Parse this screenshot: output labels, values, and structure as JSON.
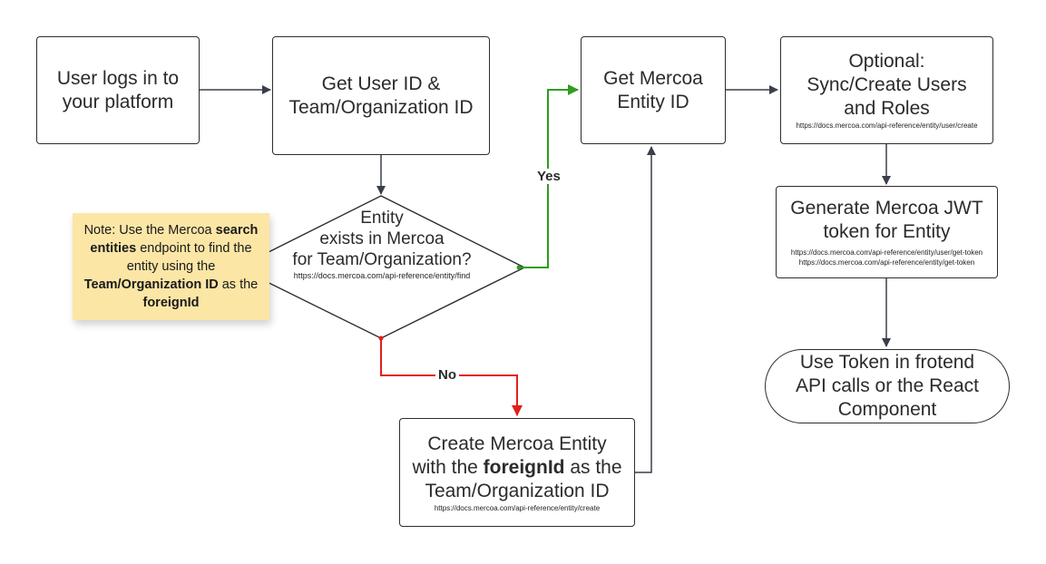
{
  "nodes": {
    "login": {
      "text": "User logs in to your platform"
    },
    "get_ids": {
      "text": "Get User ID & Team/Organization ID"
    },
    "get_entity": {
      "text": "Get Mercoa Entity ID"
    },
    "sync_users": {
      "title": "Optional: Sync/Create Users and Roles",
      "url": "https://docs.mercoa.com/api-reference/entity/user/create"
    },
    "generate_jwt": {
      "title": "Generate Mercoa JWT token for Entity",
      "url1": "https://docs.mercoa.com/api-reference/entity/user/get-token",
      "url2": "https://docs.mercoa.com/api-reference/entity/get-token"
    },
    "use_token": {
      "text": "Use Token in frotend API calls or the React Component"
    },
    "decision": {
      "line1": "Entity",
      "line2": "exists in Mercoa",
      "line3": "for Team/Organization?",
      "url": "https://docs.mercoa.com/api-reference/entity/find"
    },
    "create_entity": {
      "line1": "Create Mercoa Entity",
      "line2_pre": "with the ",
      "line2_bold": "foreignId",
      "line2_post": " as the",
      "line3": "Team/Organization ID",
      "url": "https://docs.mercoa.com/api-reference/entity/create"
    }
  },
  "note": {
    "part1": "Note: Use the Mercoa ",
    "bold1": "search entities",
    "part2": " endpoint to find the entity using the ",
    "bold2": "Team/Organization ID",
    "part3": " as the ",
    "bold3": "foreignId"
  },
  "edge_labels": {
    "yes": "Yes",
    "no": "No"
  },
  "colors": {
    "yes_edge": "#2e9e1f",
    "no_edge": "#e0201b",
    "default_edge": "#3a3f4a",
    "note_fill": "#fbe6a6"
  }
}
